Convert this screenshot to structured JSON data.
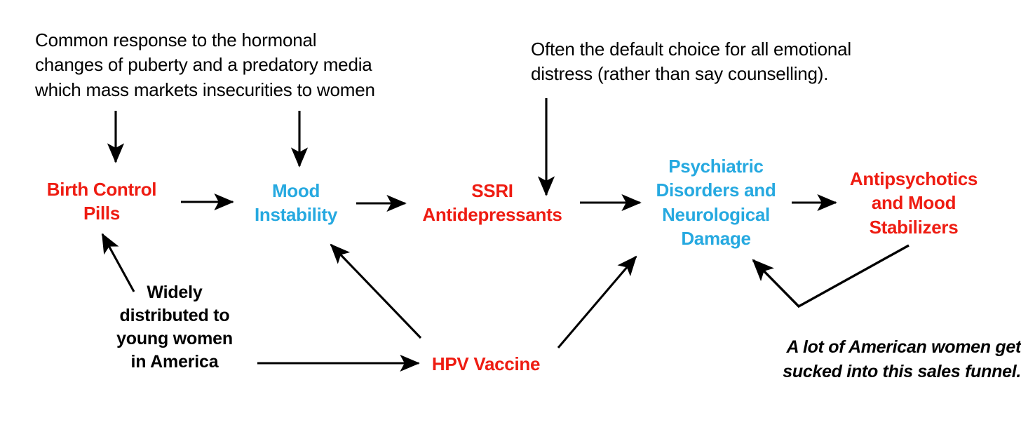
{
  "diagram": {
    "title_color_red": "#EE1C12",
    "title_color_blue": "#26A9E0",
    "arrow_color": "#000000",
    "background": "#ffffff",
    "nodes": [
      {
        "id": "birth-control-pills",
        "label": "Birth Control\nPills",
        "color": "red"
      },
      {
        "id": "mood-instability",
        "label": "Mood\nInstability",
        "color": "blue"
      },
      {
        "id": "ssri-antidepressants",
        "label": "SSRI\nAntidepressants",
        "color": "red"
      },
      {
        "id": "psychiatric-disorders",
        "label": "Psychiatric\nDisorders and\nNeurological\nDamage",
        "color": "blue"
      },
      {
        "id": "antipsychotics",
        "label": "Antipsychotics\nand Mood\nStabilizers",
        "color": "red"
      },
      {
        "id": "hpv-vaccine",
        "label": "HPV Vaccine",
        "color": "red"
      }
    ],
    "annotations": [
      {
        "id": "puberty-note",
        "text": "Common response to the hormonal\nchanges of puberty and a predatory media\nwhich mass markets insecurities to women"
      },
      {
        "id": "default-choice-note",
        "text": "Often the default choice for all emotional\ndistress (rather than say counselling)."
      },
      {
        "id": "widely-distributed-note",
        "text": "Widely\ndistributed to\nyoung women\nin America"
      },
      {
        "id": "sales-funnel-note",
        "text": "A lot of American women get\nsucked into this sales funnel."
      }
    ],
    "edges": [
      {
        "id": "edge-puberty-to-birth-control",
        "from": "puberty-note",
        "to": "birth-control-pills"
      },
      {
        "id": "edge-puberty-to-mood-instability",
        "from": "puberty-note",
        "to": "mood-instability"
      },
      {
        "id": "edge-default-choice-to-ssri",
        "from": "default-choice-note",
        "to": "ssri-antidepressants"
      },
      {
        "id": "edge-birth-control-to-mood",
        "from": "birth-control-pills",
        "to": "mood-instability"
      },
      {
        "id": "edge-mood-to-ssri",
        "from": "mood-instability",
        "to": "ssri-antidepressants"
      },
      {
        "id": "edge-ssri-to-psychiatric",
        "from": "ssri-antidepressants",
        "to": "psychiatric-disorders"
      },
      {
        "id": "edge-psychiatric-to-antipsychotics",
        "from": "psychiatric-disorders",
        "to": "antipsychotics"
      },
      {
        "id": "edge-widely-to-birth-control",
        "from": "widely-distributed-note",
        "to": "birth-control-pills"
      },
      {
        "id": "edge-widely-to-hpv",
        "from": "widely-distributed-note",
        "to": "hpv-vaccine"
      },
      {
        "id": "edge-hpv-to-mood",
        "from": "hpv-vaccine",
        "to": "mood-instability"
      },
      {
        "id": "edge-hpv-to-psychiatric",
        "from": "hpv-vaccine",
        "to": "psychiatric-disorders"
      },
      {
        "id": "edge-funnel-to-psychiatric",
        "from": "sales-funnel-note",
        "to": "psychiatric-disorders"
      }
    ]
  }
}
